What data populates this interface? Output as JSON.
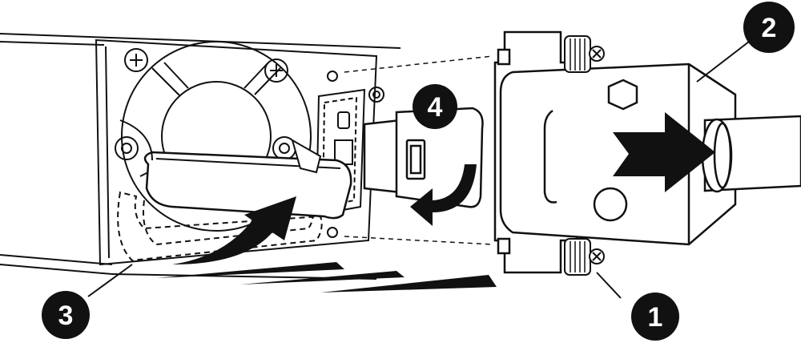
{
  "diagram": {
    "callouts": [
      {
        "number": "1",
        "label": ""
      },
      {
        "number": "2",
        "label": ""
      },
      {
        "number": "3",
        "label": ""
      },
      {
        "number": "4",
        "label": ""
      }
    ],
    "colors": {
      "ink": "#111111",
      "callout_fill": "#111111",
      "callout_text": "#ffffff",
      "connector_body": "#ffffff",
      "background": "#ffffff"
    },
    "icons": [
      "fan-icon",
      "thumbscrew-icon",
      "arrow-icon",
      "handle-icon",
      "latch-icon"
    ]
  }
}
